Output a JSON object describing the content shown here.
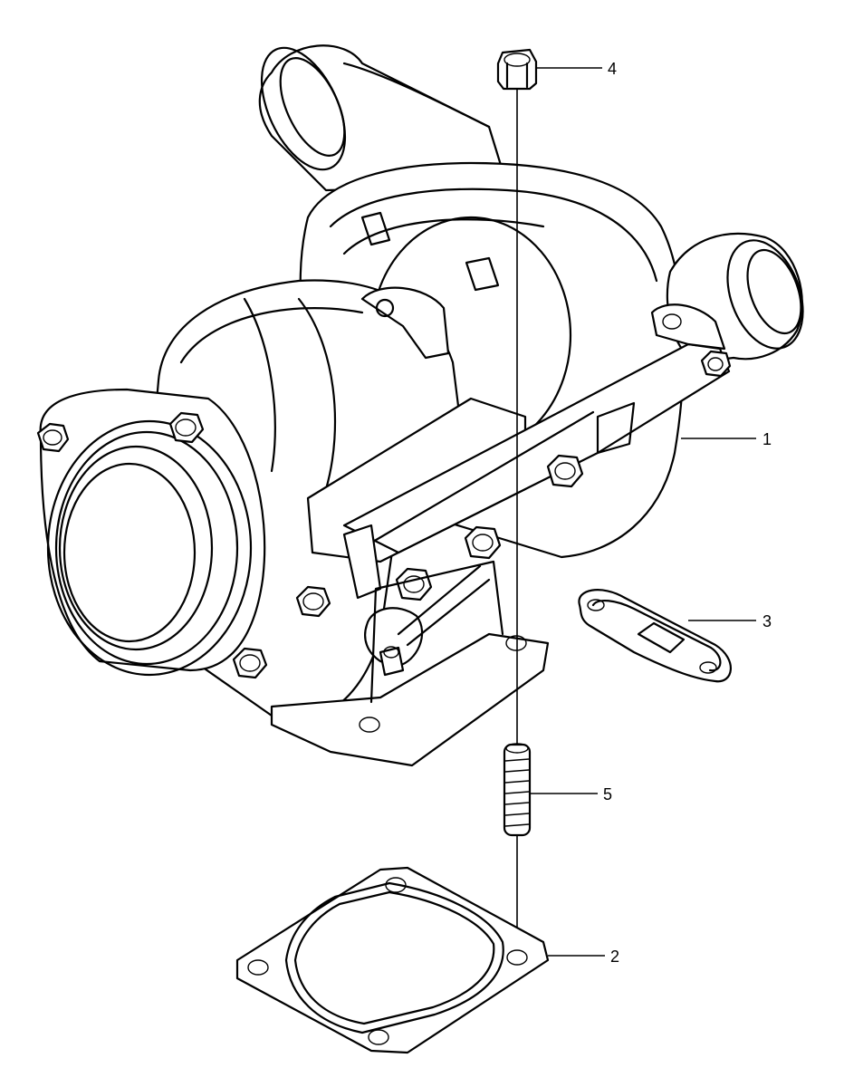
{
  "callouts": [
    {
      "id": "1",
      "label": "1"
    },
    {
      "id": "2",
      "label": "2"
    },
    {
      "id": "3",
      "label": "3"
    },
    {
      "id": "4",
      "label": "4"
    },
    {
      "id": "5",
      "label": "5"
    }
  ],
  "colors": {
    "line": "#000000",
    "background": "#ffffff"
  }
}
